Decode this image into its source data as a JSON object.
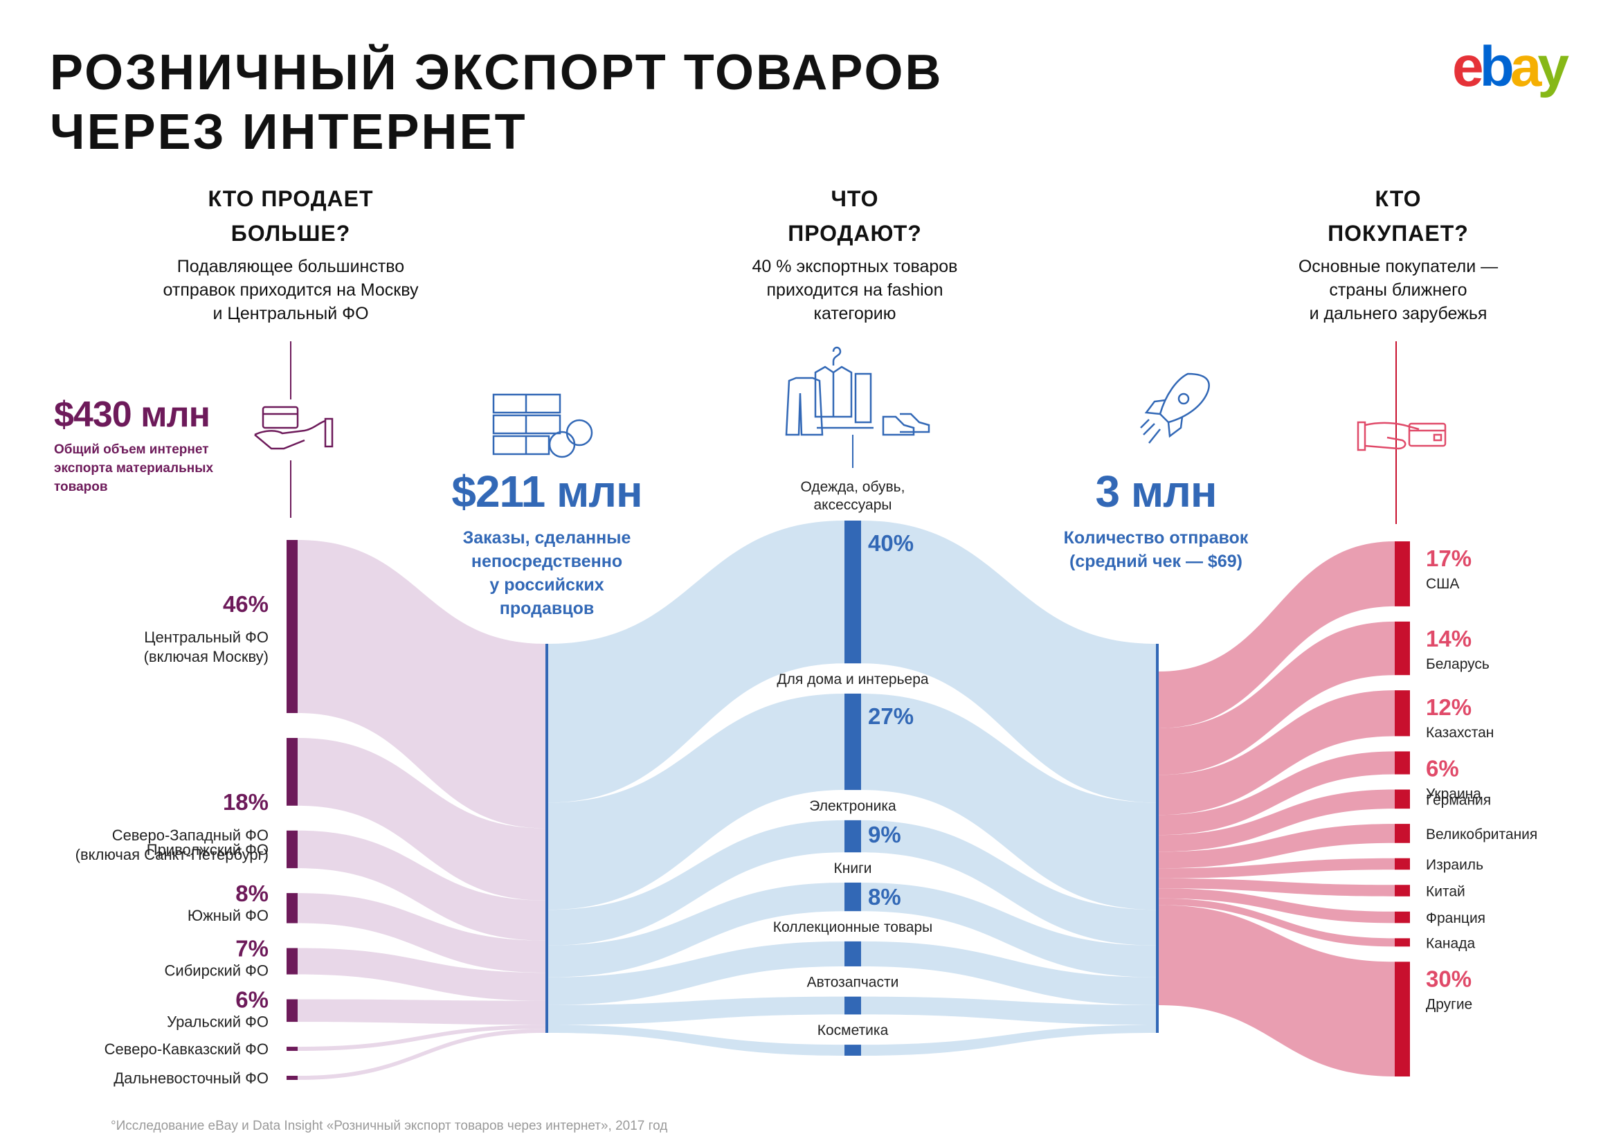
{
  "title": [
    "РОЗНИЧНЫЙ ЭКСПОРТ ТОВАРОВ",
    "ЧЕРЕЗ ИНТЕРНЕТ"
  ],
  "logo": {
    "letters": [
      "e",
      "b",
      "a",
      "y"
    ],
    "colors": [
      "#e53238",
      "#0064d2",
      "#f5af02",
      "#86b817"
    ]
  },
  "colors": {
    "purple": "#6d1a5a",
    "purple_light": "#e7d5e7",
    "blue": "#3268b6",
    "blue_light": "#cfe1f1",
    "red": "#c8102e",
    "pink": "#e899ad",
    "pink_text": "#e04a69"
  },
  "columns": {
    "sellers": {
      "question": [
        "КТО ПРОДАЕТ",
        "БОЛЬШЕ?"
      ],
      "desc": [
        "Подавляющее большинство",
        "отправок приходится на Москву",
        "и Центральный ФО"
      ]
    },
    "goods": {
      "question": [
        "ЧТО",
        "ПРОДАЮТ?"
      ],
      "desc": [
        "40 % экспортных товаров",
        "приходится на fashion",
        "категорию"
      ]
    },
    "buyers": {
      "question": [
        "КТО",
        "ПОКУПАЕТ?"
      ],
      "desc": [
        "Основные покупатели —",
        "страны ближнего",
        "и дальнего зарубежья"
      ]
    }
  },
  "stats": {
    "total": {
      "value": "$430 млн",
      "caption": [
        "Общий объем интернет",
        "экспорта материальных",
        "товаров"
      ]
    },
    "direct": {
      "value": "$211 млн",
      "caption": [
        "Заказы, сделанные",
        "непосредственно",
        "у российских",
        "продавцов"
      ]
    },
    "shipments": {
      "value": "3 млн",
      "caption": [
        "Количество отправок",
        "(средний чек — $69)"
      ]
    }
  },
  "icons": [
    "money-icon",
    "hand-card-icon",
    "clothes-icon",
    "rocket-icon",
    "card-hand-icon"
  ],
  "chart_data": {
    "type": "sankey",
    "regions": [
      {
        "name": "Центральный ФО",
        "sub": "(включая Москву)",
        "pct": "46%",
        "share": 46
      },
      {
        "name": "Северо-Западный ФО",
        "sub": "(включая Санкт-Петербург)",
        "pct": "18%",
        "share": 18
      },
      {
        "name": "Приволжский ФО",
        "sub": "",
        "pct": "",
        "share": 10
      },
      {
        "name": "Южный ФО",
        "sub": "",
        "pct": "8%",
        "share": 8
      },
      {
        "name": "Сибирский ФО",
        "sub": "",
        "pct": "7%",
        "share": 7
      },
      {
        "name": "Уральский ФО",
        "sub": "",
        "pct": "6%",
        "share": 6
      },
      {
        "name": "Северо-Кавказский ФО",
        "sub": "",
        "pct": "",
        "share": 1
      },
      {
        "name": "Дальневосточный ФО",
        "sub": "",
        "pct": "",
        "share": 1
      }
    ],
    "categories": [
      {
        "name": "Одежда, обувь, аксессуары",
        "pct": "40%",
        "share": 40
      },
      {
        "name": "Для дома и интерьера",
        "pct": "27%",
        "share": 27
      },
      {
        "name": "Электроника",
        "pct": "9%",
        "share": 9
      },
      {
        "name": "Книги",
        "pct": "8%",
        "share": 8
      },
      {
        "name": "Коллекционные товары",
        "pct": "",
        "share": 7
      },
      {
        "name": "Автозапчасти",
        "pct": "",
        "share": 5
      },
      {
        "name": "Косметика",
        "pct": "",
        "share": 2
      }
    ],
    "countries": [
      {
        "name": "США",
        "pct": "17%",
        "share": 17
      },
      {
        "name": "Беларусь",
        "pct": "14%",
        "share": 14
      },
      {
        "name": "Казахстан",
        "pct": "12%",
        "share": 12
      },
      {
        "name": "Украина",
        "pct": "6%",
        "share": 6
      },
      {
        "name": "Германия",
        "pct": "",
        "share": 5
      },
      {
        "name": "Великобритания",
        "pct": "",
        "share": 5
      },
      {
        "name": "Израиль",
        "pct": "",
        "share": 3
      },
      {
        "name": "Китай",
        "pct": "",
        "share": 3
      },
      {
        "name": "Франция",
        "pct": "",
        "share": 3
      },
      {
        "name": "Канада",
        "pct": "",
        "share": 2
      },
      {
        "name": "Другие",
        "pct": "30%",
        "share": 30
      }
    ]
  },
  "footnote": "°Исследование eBay и Data Insight «Розничный экспорт товаров через интернет», 2017 год"
}
